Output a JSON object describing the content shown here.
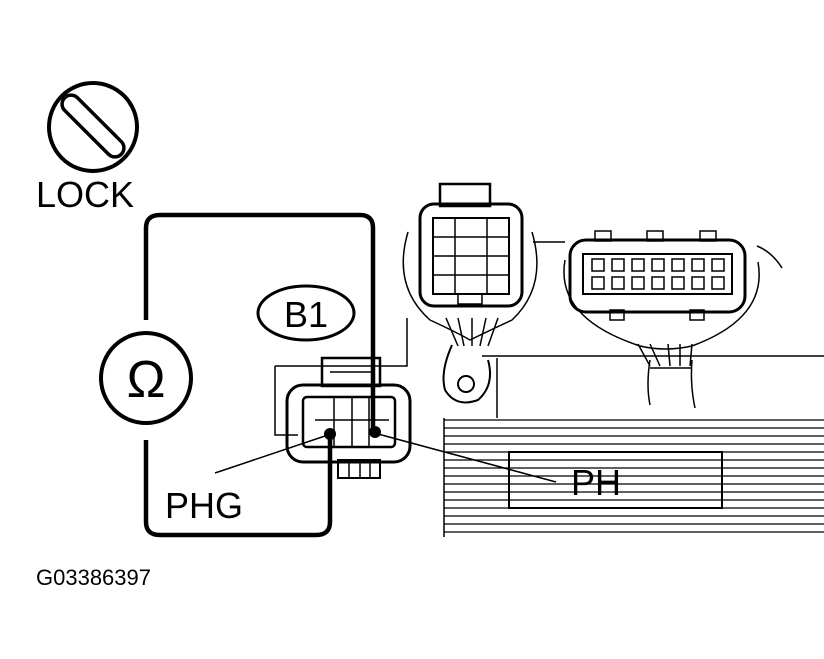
{
  "ignition": {
    "label": "LOCK"
  },
  "meter": {
    "symbol": "Ω"
  },
  "connector": {
    "id": "B1"
  },
  "terminals": {
    "left": "PHG",
    "right": "PH"
  },
  "figure": {
    "code": "G03386397"
  },
  "colors": {
    "ink": "#000000",
    "paper": "#ffffff"
  }
}
